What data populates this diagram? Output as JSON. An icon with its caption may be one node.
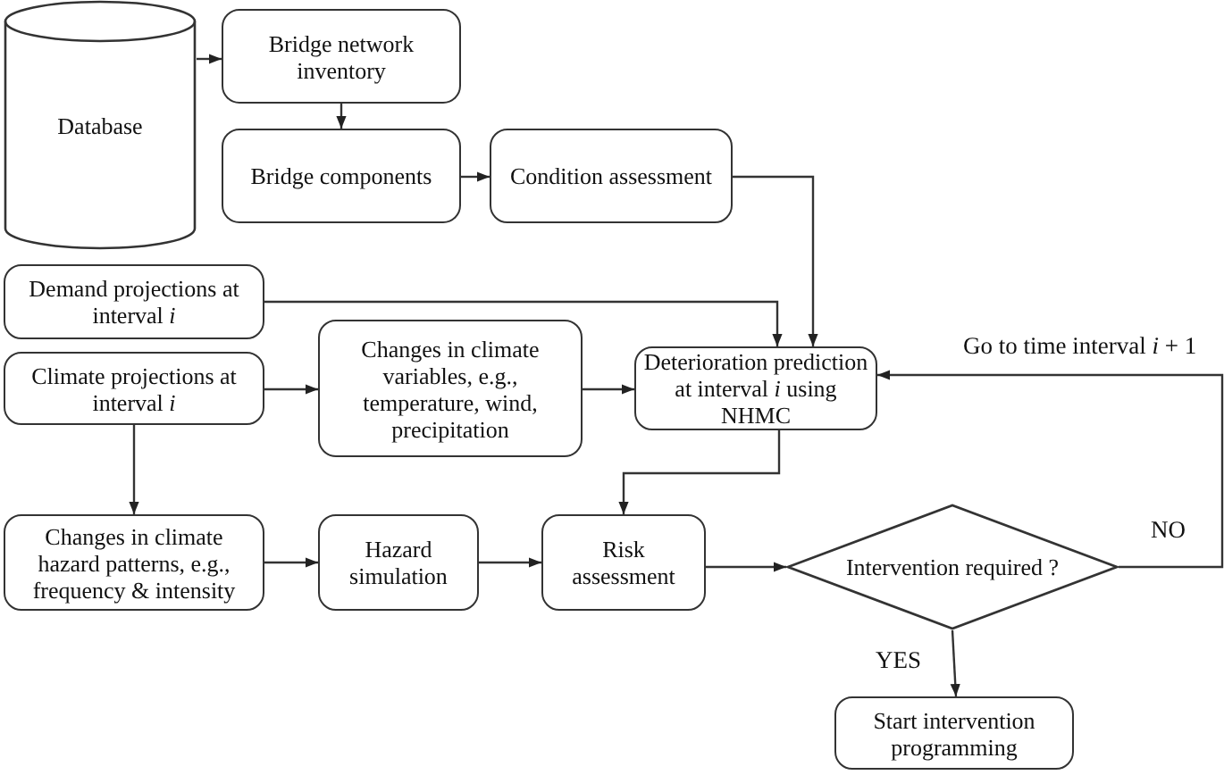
{
  "diagram": {
    "nodes": [
      {
        "text": [
          "Database"
        ]
      },
      {
        "text": [
          "Bridge network inventory"
        ]
      },
      {
        "text": [
          "Bridge components"
        ]
      },
      {
        "text": [
          "Condition assessment"
        ]
      },
      {
        "text": [
          "Demand projections at interval *i*"
        ]
      },
      {
        "text": [
          "Climate projections at interval *i*"
        ]
      },
      {
        "text": [
          "Changes in climate variables, e.g., temperature, wind, precipitation"
        ]
      },
      {
        "text": [
          "Deterioration prediction at interval *i* using NHMC"
        ]
      },
      {
        "text": [
          "Changes in climate hazard patterns, e.g., frequency & intensity"
        ]
      },
      {
        "text": [
          "Hazard simulation"
        ]
      },
      {
        "text": [
          "Risk assessment"
        ]
      },
      {
        "text": [
          "Intervention required ?"
        ]
      },
      {
        "text": [
          "Start intervention programming"
        ]
      }
    ],
    "edges": [
      {
        "from": 0,
        "to": 1,
        "arrow": "to"
      },
      {
        "from": 1,
        "to": 2,
        "arrow": "to"
      },
      {
        "from": 2,
        "to": 3,
        "arrow": "to"
      },
      {
        "from": 3,
        "to": 7,
        "arrow": "to"
      },
      {
        "from": 4,
        "to": 7,
        "arrow": "to"
      },
      {
        "from": 5,
        "to": 6,
        "arrow": "to"
      },
      {
        "from": 6,
        "to": 7,
        "arrow": "to"
      },
      {
        "from": 5,
        "to": 8,
        "arrow": "to"
      },
      {
        "from": 7,
        "to": 10,
        "arrow": "to"
      },
      {
        "from": 8,
        "to": 9,
        "arrow": "to"
      },
      {
        "from": 9,
        "to": 10,
        "arrow": "to"
      },
      {
        "from": 10,
        "to": 11,
        "arrow": "to"
      },
      {
        "from": 11,
        "to": 7,
        "arrow": "to",
        "label": "NO"
      },
      {
        "from": 11,
        "to": 12,
        "arrow": "to",
        "label": "YES"
      }
    ],
    "labels": [
      "Go to time interval *i* + 1"
    ]
  }
}
